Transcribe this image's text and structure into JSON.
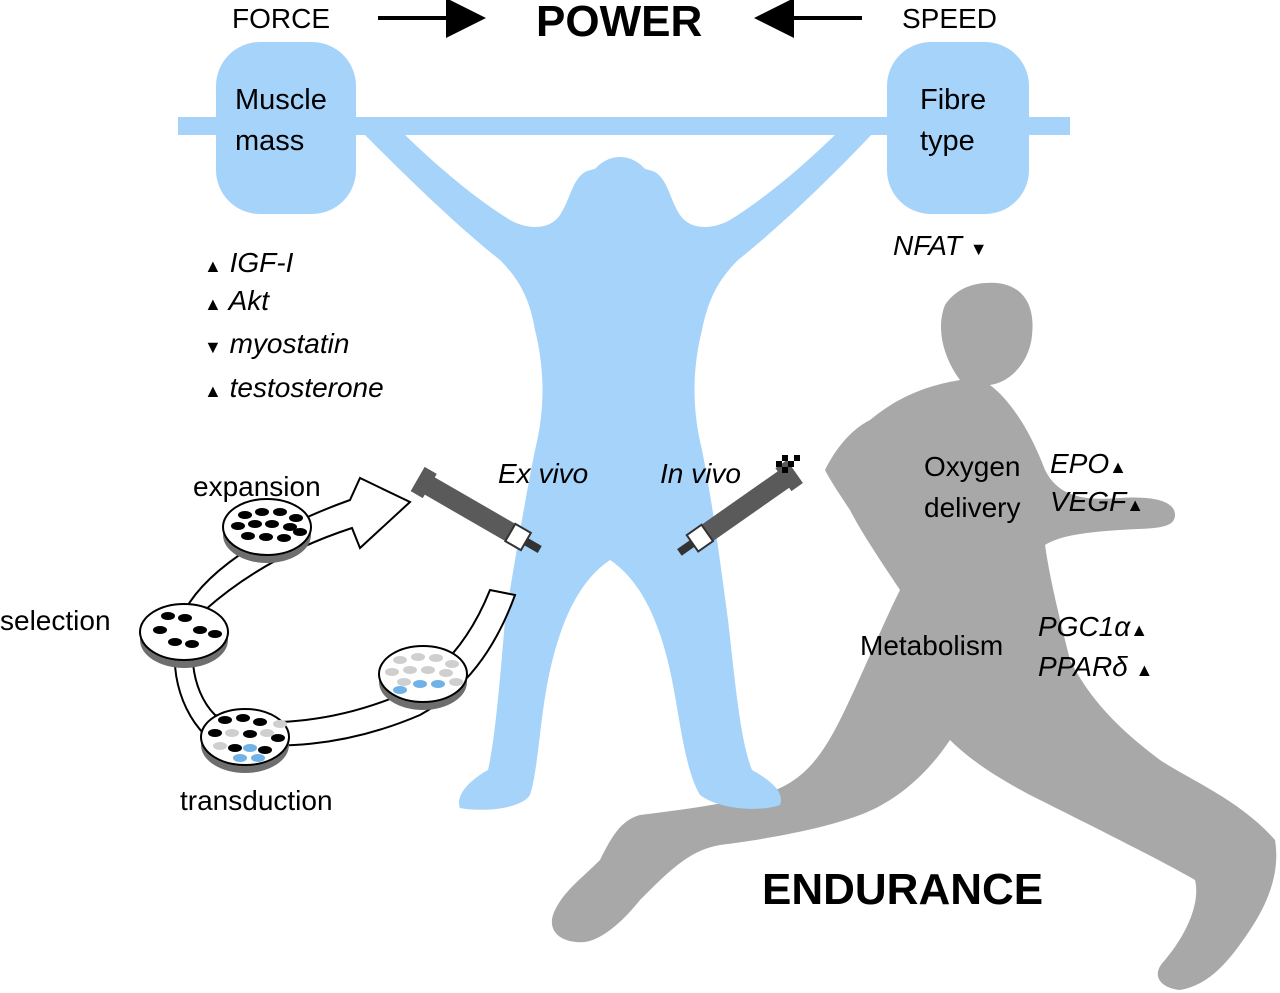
{
  "header": {
    "force": "FORCE",
    "power": "POWER",
    "speed": "SPEED"
  },
  "plates": {
    "left_line1": "Muscle",
    "left_line2": "mass",
    "right_line1": "Fibre",
    "right_line2": "type"
  },
  "regulators": {
    "up_symbol": "▲",
    "down_symbol": "▼",
    "igf": "IGF-I",
    "akt": "Akt",
    "myostatin": "myostatin",
    "testosterone": "testosterone",
    "nfat": "NFAT"
  },
  "cycle": {
    "expansion": "expansion",
    "selection": "selection",
    "transduction": "transduction"
  },
  "delivery": {
    "ex_vivo": "Ex vivo",
    "in_vivo": "In vivo"
  },
  "endurance": {
    "title": "ENDURANCE",
    "oxygen_line1": "Oxygen",
    "oxygen_line2": "delivery",
    "epo": "EPO",
    "vegf": "VEGF",
    "metabolism": "Metabolism",
    "pgc": "PGC1α",
    "ppar": "PPARδ"
  },
  "colors": {
    "power_blue": "#a6d3fa",
    "runner_gray": "#a8a8a8",
    "dish_gray": "#6e6e6e",
    "syringe_gray": "#5a5a5a"
  }
}
